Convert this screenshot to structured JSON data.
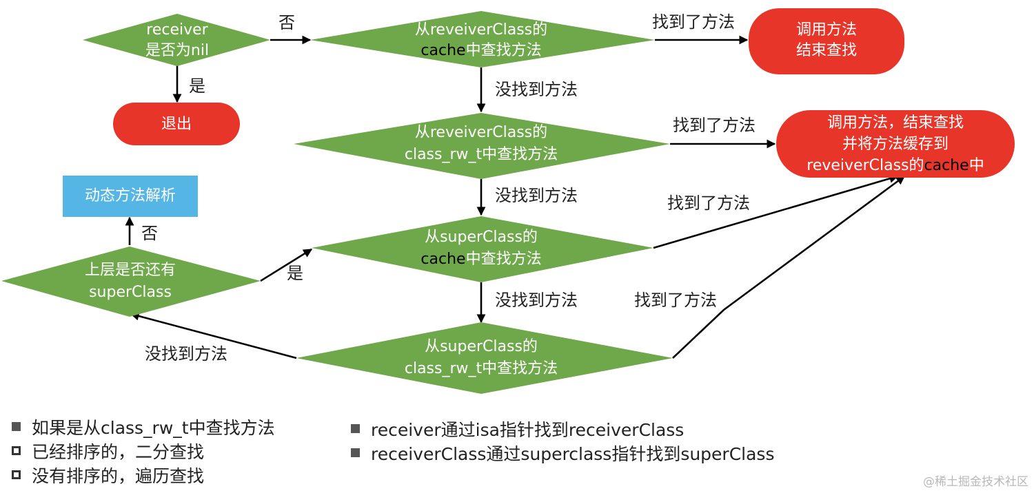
{
  "colors": {
    "diamond": "#6fa84a",
    "terminal": "#e8352a",
    "process": "#55b6e6",
    "edge": "#000000",
    "highlight": "#000000"
  },
  "nodes": {
    "receiver_nil": {
      "line1": "receiver",
      "line2": "是否为nil"
    },
    "exit": {
      "label": "退出"
    },
    "receiver_cache": {
      "line1": "从reveiverClass的",
      "line2_highlight": "cache",
      "line2_rest": "中查找方法"
    },
    "call_end": {
      "line1": "调用方法",
      "line2": "结束查找"
    },
    "receiver_rw": {
      "line1": "从reveiverClass的",
      "line2": "class_rw_t中查找方法"
    },
    "call_cache": {
      "line1": "调用方法，结束查找",
      "line2": "并将方法缓存到",
      "line3_start": "reveiverClass的",
      "line3_highlight": "cache",
      "line3_end": "中"
    },
    "dynamic_resolve": {
      "label": "动态方法解析"
    },
    "super_cache": {
      "line1": "从superClass的",
      "line2_highlight": "cache",
      "line2_rest": "中查找方法"
    },
    "has_super": {
      "line1": "上层是否还有",
      "line2": "superClass"
    },
    "super_rw": {
      "line1": "从superClass的",
      "line2": "class_rw_t中查找方法"
    }
  },
  "edge_labels": {
    "no": "否",
    "yes": "是",
    "found_1": "找到了方法",
    "not_found_1": "没找到方法",
    "found_2": "找到了方法",
    "not_found_2": "没找到方法",
    "found_3": "找到了方法",
    "no_2": "否",
    "yes_2": "是",
    "not_found_3": "没找到方法",
    "found_4": "找到了方法",
    "not_found_4": "没找到方法"
  },
  "notes_left": [
    {
      "bullet": "filled",
      "text": "如果是从class_rw_t中查找方法"
    },
    {
      "bullet": "hollow",
      "text": "已经排序的，二分查找"
    },
    {
      "bullet": "hollow",
      "text": "没有排序的，遍历查找"
    }
  ],
  "notes_right": [
    {
      "bullet": "filled",
      "text": "receiver通过isa指针找到receiverClass"
    },
    {
      "bullet": "filled",
      "text": "receiverClass通过superclass指针找到superClass"
    }
  ],
  "watermark": "@稀土掘金技术社区"
}
